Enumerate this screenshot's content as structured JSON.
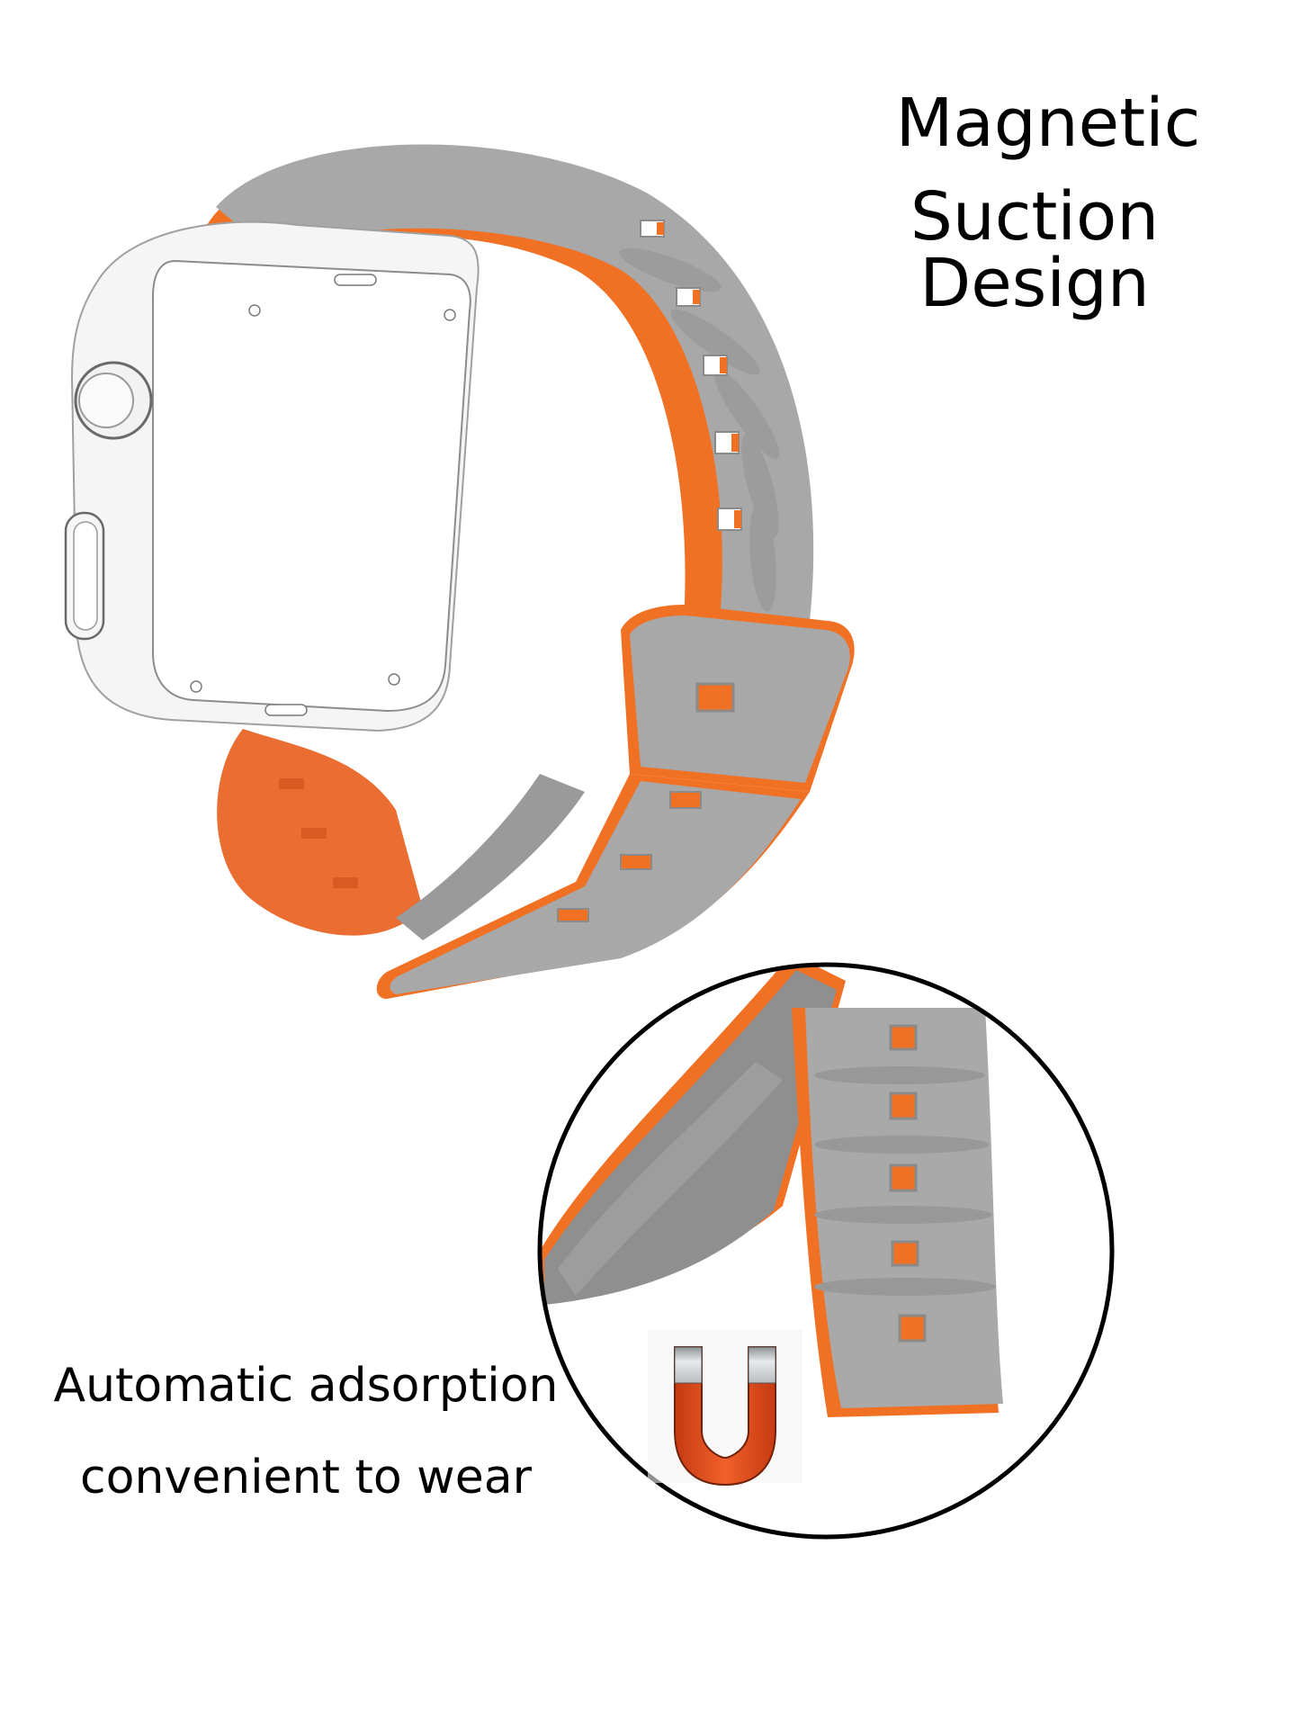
{
  "headline": {
    "line1": "Magnetic",
    "line2": "Suction Design"
  },
  "caption": {
    "line1": "Automatic adsorption",
    "line2": "convenient to wear"
  },
  "product": {
    "name": "watch-band",
    "outer_color": "#a6a6a6",
    "inner_color": "#f07024",
    "case_color": "#f7f7f7"
  },
  "detail_circle": {
    "stroke_color": "#000000",
    "magnet_color": "#e8501c",
    "magnet_tip_color": "#d0d3d6"
  }
}
